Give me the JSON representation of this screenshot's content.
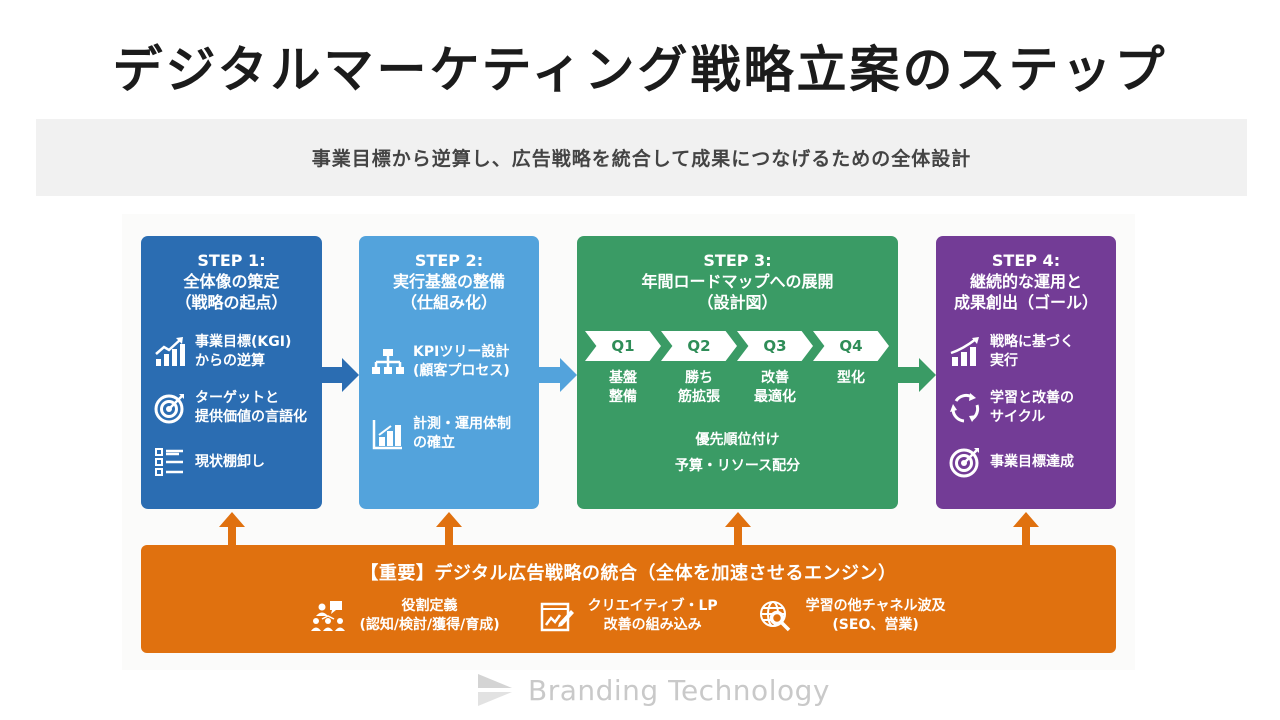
{
  "header": {
    "title": "デジタルマーケティング戦略立案のステップ",
    "subtitle": "事業目標から逆算し、広告戦略を統合して成果につなげるための全体設計"
  },
  "colors": {
    "step1": "#2b6db2",
    "step2": "#53a3dc",
    "step3": "#3a9b65",
    "step4": "#733c96",
    "engine": "#e0710f"
  },
  "steps": [
    {
      "label": "STEP 1:",
      "title_lines": [
        "全体像の策定",
        "（戦略の起点）"
      ],
      "items": [
        {
          "icon": "growth-chart-icon",
          "lines": [
            "事業目標(KGI)",
            "からの逆算"
          ]
        },
        {
          "icon": "target-icon",
          "lines": [
            "ターゲットと",
            "提供価値の言語化"
          ]
        },
        {
          "icon": "checklist-icon",
          "lines": [
            "現状棚卸し"
          ]
        }
      ]
    },
    {
      "label": "STEP 2:",
      "title_lines": [
        "実行基盤の整備",
        "（仕組み化）"
      ],
      "items": [
        {
          "icon": "org-tree-icon",
          "lines": [
            "KPIツリー設計",
            "(顧客プロセス)"
          ]
        },
        {
          "icon": "bar-chart-icon",
          "lines": [
            "計測・運用体制",
            "の確立"
          ]
        }
      ]
    },
    {
      "label": "STEP 3:",
      "title_lines": [
        "年間ロードマップへの展開",
        "（設計図）"
      ],
      "quarters": [
        {
          "label": "Q1",
          "lines": [
            "基盤",
            "整備"
          ]
        },
        {
          "label": "Q2",
          "lines": [
            "勝ち",
            "筋拡張"
          ]
        },
        {
          "label": "Q3",
          "lines": [
            "改善",
            "最適化"
          ]
        },
        {
          "label": "Q4",
          "lines": [
            "型化"
          ]
        }
      ],
      "notes": [
        "優先順位付け",
        "予算・リソース配分"
      ]
    },
    {
      "label": "STEP 4:",
      "title_lines": [
        "継続的な運用と",
        "成果創出（ゴール）"
      ],
      "items": [
        {
          "icon": "growth-chart-icon",
          "lines": [
            "戦略に基づく",
            "実行"
          ]
        },
        {
          "icon": "cycle-icon",
          "lines": [
            "学習と改善の",
            "サイクル"
          ]
        },
        {
          "icon": "target-icon",
          "lines": [
            "事業目標達成"
          ]
        }
      ]
    }
  ],
  "engine": {
    "title": "【重要】デジタル広告戦略の統合（全体を加速させるエンジン）",
    "items": [
      {
        "icon": "team-roles-icon",
        "lines": [
          "役割定義",
          "(認知/検討/獲得/育成)"
        ]
      },
      {
        "icon": "creative-edit-icon",
        "lines": [
          "クリエイティブ・LP",
          "改善の組み込み"
        ]
      },
      {
        "icon": "global-search-icon",
        "lines": [
          "学習の他チャネル波及",
          "(SEO、営業)"
        ]
      }
    ]
  },
  "footer": {
    "brand": "Branding Technology"
  }
}
